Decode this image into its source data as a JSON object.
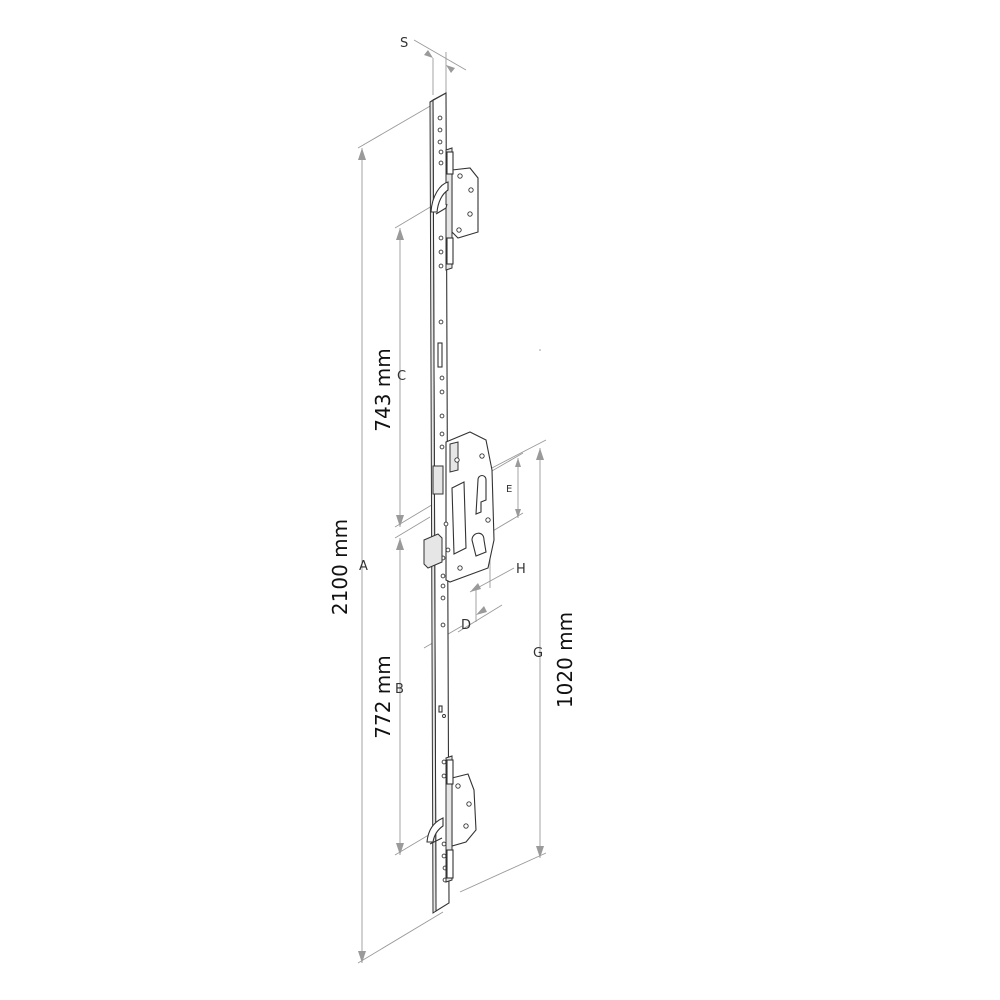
{
  "labels": {
    "s": "S",
    "c": "C",
    "a": "A",
    "b": "B",
    "e": "E",
    "h": "H",
    "d": "D",
    "g": "G"
  },
  "measurements": {
    "a_value": "2100 mm",
    "c_value": "743 mm",
    "b_value": "772 mm",
    "g_value": "1020 mm"
  }
}
